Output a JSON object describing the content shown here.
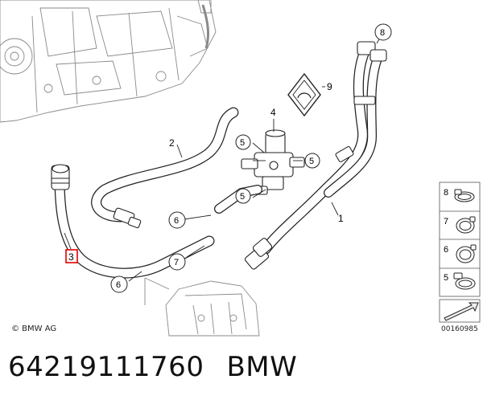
{
  "diagram": {
    "callouts": [
      {
        "id": "c1",
        "label": "1",
        "style": "plain"
      },
      {
        "id": "c2",
        "label": "2",
        "style": "plain"
      },
      {
        "id": "c3",
        "label": "3",
        "style": "boxed-red"
      },
      {
        "id": "c4",
        "label": "4",
        "style": "plain"
      },
      {
        "id": "c5a",
        "label": "5",
        "style": "circle"
      },
      {
        "id": "c5b",
        "label": "5",
        "style": "circle"
      },
      {
        "id": "c5c",
        "label": "5",
        "style": "circle"
      },
      {
        "id": "c6a",
        "label": "6",
        "style": "circle"
      },
      {
        "id": "c6b",
        "label": "6",
        "style": "circle"
      },
      {
        "id": "c7",
        "label": "7",
        "style": "circle"
      },
      {
        "id": "c8",
        "label": "8",
        "style": "circle"
      },
      {
        "id": "c9",
        "label": "9",
        "style": "plain"
      }
    ],
    "legend": [
      {
        "label": "8",
        "icon": "hose-clamp-icon"
      },
      {
        "label": "7",
        "icon": "spring-clamp-icon"
      },
      {
        "label": "6",
        "icon": "spring-clamp-icon"
      },
      {
        "label": "5",
        "icon": "worm-drive-clamp-icon"
      }
    ],
    "copyright": "© BMW AG",
    "doc_number": "00160985"
  },
  "caption": {
    "part_number": "64219111760",
    "brand": "BMW"
  },
  "colors": {
    "line": "#222222",
    "hose_fill": "#ffffff",
    "engine_line": "#8a8a8a",
    "highlight": "#e00000"
  }
}
